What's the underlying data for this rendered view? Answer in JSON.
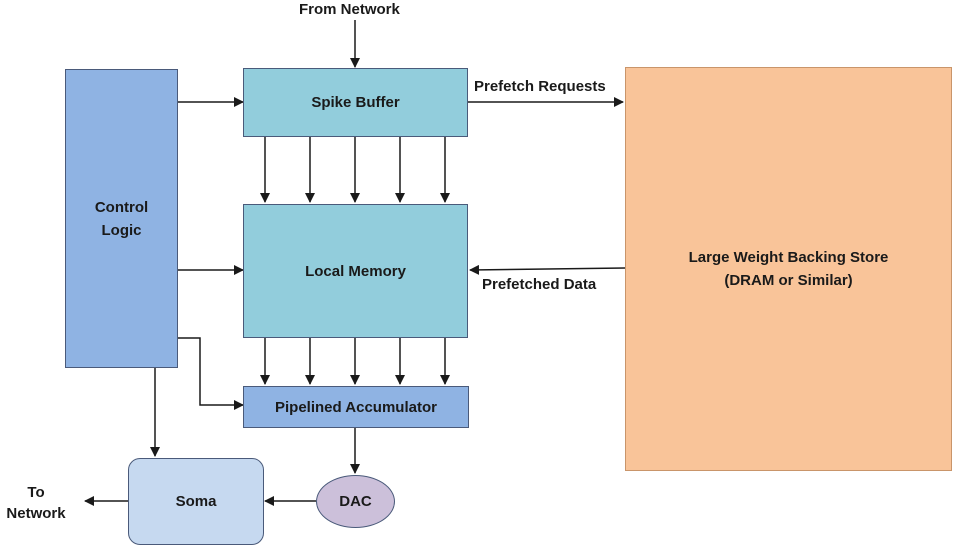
{
  "colors": {
    "control_logic": "#8fb3e3",
    "buffer_memory": "#92cddc",
    "accumulator": "#8fb3e3",
    "soma": "#c6d9f0",
    "dac": "#ccc0da",
    "backing_store": "#f9c499",
    "wire": "#1a1a1a"
  },
  "blocks": {
    "control_logic": {
      "line1": "Control",
      "line2": "Logic"
    },
    "spike_buffer": "Spike Buffer",
    "local_memory": "Local Memory",
    "pipelined_accumulator": "Pipelined Accumulator",
    "soma": "Soma",
    "dac": "DAC",
    "backing_store": {
      "line1": "Large Weight Backing Store",
      "line2": "(DRAM or Similar)"
    }
  },
  "labels": {
    "from_network": "From Network",
    "prefetch_requests": "Prefetch Requests",
    "prefetched_data": "Prefetched Data",
    "to_network": {
      "line1": "To",
      "line2": "Network"
    }
  }
}
